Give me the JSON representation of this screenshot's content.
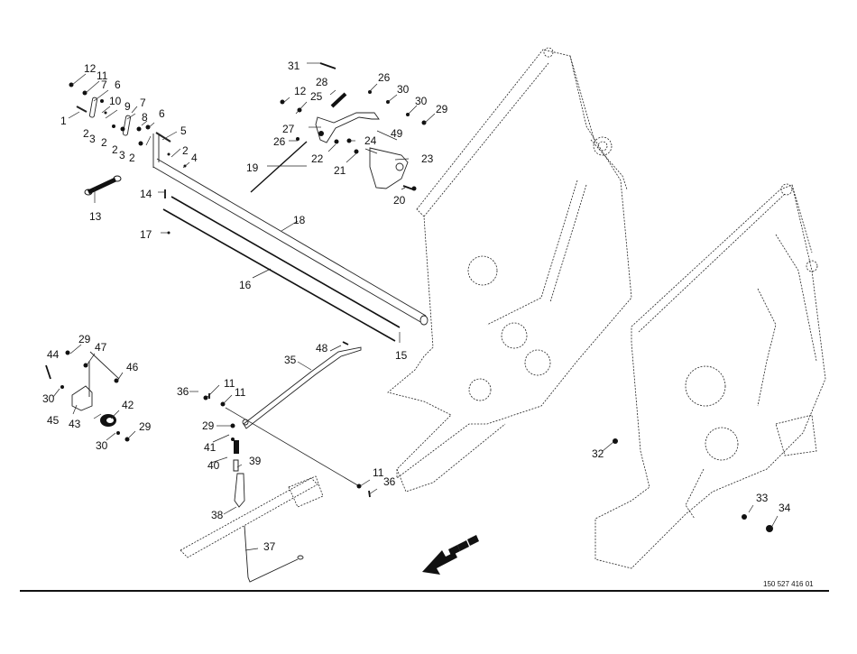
{
  "diagram": {
    "type": "exploded-parts-view",
    "document_number": "150 527 416 01",
    "direction_arrow": "travel-direction-arrow",
    "callouts": [
      {
        "id": "c1",
        "label": "1"
      },
      {
        "id": "c2a",
        "label": "2"
      },
      {
        "id": "c3a",
        "label": "3"
      },
      {
        "id": "c2b",
        "label": "2"
      },
      {
        "id": "c2c",
        "label": "2"
      },
      {
        "id": "c3b",
        "label": "3"
      },
      {
        "id": "c2d",
        "label": "2"
      },
      {
        "id": "c2e",
        "label": "2"
      },
      {
        "id": "c4",
        "label": "4"
      },
      {
        "id": "c5",
        "label": "5"
      },
      {
        "id": "c6a",
        "label": "6"
      },
      {
        "id": "c6b",
        "label": "6"
      },
      {
        "id": "c7a",
        "label": "7"
      },
      {
        "id": "c7b",
        "label": "7"
      },
      {
        "id": "c8",
        "label": "8"
      },
      {
        "id": "c9",
        "label": "9"
      },
      {
        "id": "c10",
        "label": "10"
      },
      {
        "id": "c11a",
        "label": "11"
      },
      {
        "id": "c12a",
        "label": "12"
      },
      {
        "id": "c13",
        "label": "13"
      },
      {
        "id": "c14",
        "label": "14"
      },
      {
        "id": "c15",
        "label": "15"
      },
      {
        "id": "c16",
        "label": "16"
      },
      {
        "id": "c17",
        "label": "17"
      },
      {
        "id": "c18",
        "label": "18"
      },
      {
        "id": "c19",
        "label": "19"
      },
      {
        "id": "c20",
        "label": "20"
      },
      {
        "id": "c21",
        "label": "21"
      },
      {
        "id": "c22",
        "label": "22"
      },
      {
        "id": "c23",
        "label": "23"
      },
      {
        "id": "c24",
        "label": "24"
      },
      {
        "id": "c25",
        "label": "25"
      },
      {
        "id": "c26a",
        "label": "26"
      },
      {
        "id": "c26b",
        "label": "26"
      },
      {
        "id": "c27",
        "label": "27"
      },
      {
        "id": "c28",
        "label": "28"
      },
      {
        "id": "c29a",
        "label": "29"
      },
      {
        "id": "c30a",
        "label": "30"
      },
      {
        "id": "c30b",
        "label": "30"
      },
      {
        "id": "c31",
        "label": "31"
      },
      {
        "id": "c12b",
        "label": "12"
      },
      {
        "id": "c49",
        "label": "49"
      },
      {
        "id": "c44",
        "label": "44"
      },
      {
        "id": "c29b",
        "label": "29"
      },
      {
        "id": "c47",
        "label": "47"
      },
      {
        "id": "c46",
        "label": "46"
      },
      {
        "id": "c30c",
        "label": "30"
      },
      {
        "id": "c45",
        "label": "45"
      },
      {
        "id": "c43",
        "label": "43"
      },
      {
        "id": "c42",
        "label": "42"
      },
      {
        "id": "c30d",
        "label": "30"
      },
      {
        "id": "c29c",
        "label": "29"
      },
      {
        "id": "c48",
        "label": "48"
      },
      {
        "id": "c35",
        "label": "35"
      },
      {
        "id": "c36a",
        "label": "36"
      },
      {
        "id": "c11b",
        "label": "11"
      },
      {
        "id": "c11c",
        "label": "11"
      },
      {
        "id": "c29d",
        "label": "29"
      },
      {
        "id": "c41",
        "label": "41"
      },
      {
        "id": "c40",
        "label": "40"
      },
      {
        "id": "c39",
        "label": "39"
      },
      {
        "id": "c38",
        "label": "38"
      },
      {
        "id": "c37",
        "label": "37"
      },
      {
        "id": "c11d",
        "label": "11"
      },
      {
        "id": "c36b",
        "label": "36"
      },
      {
        "id": "c32",
        "label": "32"
      },
      {
        "id": "c33",
        "label": "33"
      },
      {
        "id": "c34",
        "label": "34"
      }
    ]
  }
}
